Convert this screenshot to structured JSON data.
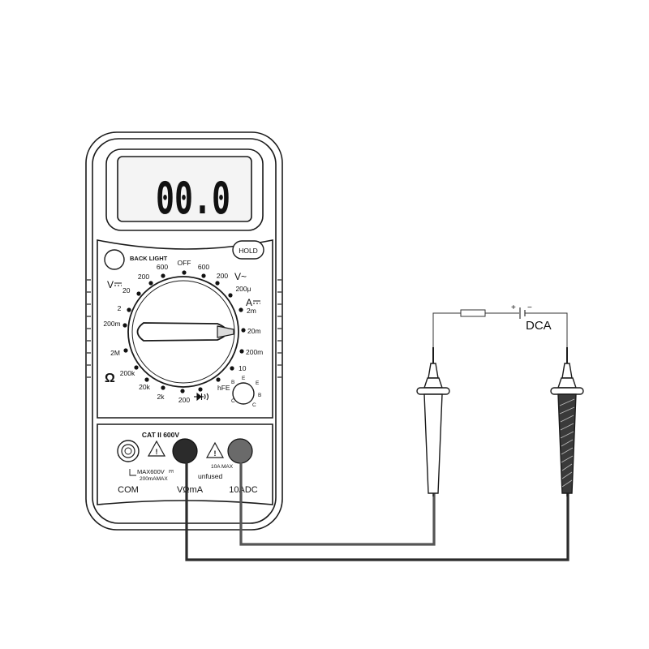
{
  "display": {
    "reading": "00.0"
  },
  "buttons": {
    "backlight": "BACK LIGHT",
    "hold": "HOLD"
  },
  "dial": {
    "off": "OFF",
    "labels": [
      {
        "id": "dcv-600",
        "text": "600"
      },
      {
        "id": "dcv-200",
        "text": "200"
      },
      {
        "id": "dcv-20",
        "text": "20"
      },
      {
        "id": "dcv-2",
        "text": "2"
      },
      {
        "id": "dcv-200m",
        "text": "200m"
      },
      {
        "id": "ohm-2m",
        "text": "2M"
      },
      {
        "id": "ohm-200k",
        "text": "200k"
      },
      {
        "id": "ohm-20k",
        "text": "20k"
      },
      {
        "id": "ohm-2k",
        "text": "2k"
      },
      {
        "id": "ohm-200",
        "text": "200"
      },
      {
        "id": "acv-600",
        "text": "600"
      },
      {
        "id": "acv-200",
        "text": "200"
      },
      {
        "id": "dca-200u",
        "text": "200μ"
      },
      {
        "id": "dca-2m",
        "text": "2m"
      },
      {
        "id": "dca-20m",
        "text": "20m"
      },
      {
        "id": "dca-200m",
        "text": "200m"
      },
      {
        "id": "dca-10",
        "text": "10"
      },
      {
        "id": "hfe",
        "text": "hFE"
      }
    ],
    "function_labels": {
      "dcv": "V",
      "acv": "V~",
      "dca": "A",
      "ohm": "Ω"
    },
    "hfe_socket": [
      "E",
      "B",
      "C",
      "E",
      "B",
      "C"
    ]
  },
  "terminals": {
    "cat_rating": "CAT II 600V",
    "max_v": "MAX600V",
    "max_ma": "200mAMAX",
    "max_10a": "10A  MAX",
    "unfused": "unfused",
    "com": "COM",
    "v_ohm_ma": "VΩmA",
    "adc": "10ADC"
  },
  "circuit": {
    "source_label": "DCA",
    "plus": "+",
    "minus": "−"
  },
  "colors": {
    "outline": "#1a1a1a",
    "lcd_bg": "#f4f4f4",
    "jack_dark": "#2b2b2b",
    "jack_grey": "#6a6a6a",
    "wire_grey": "#555555"
  }
}
